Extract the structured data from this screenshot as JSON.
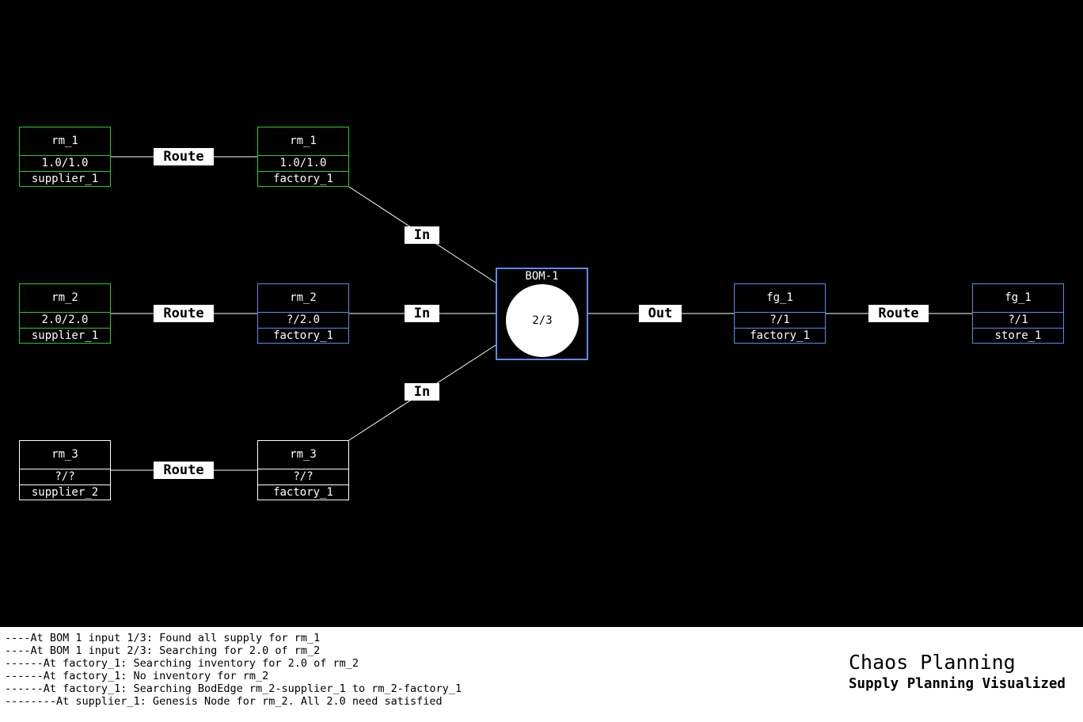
{
  "nodes": {
    "rm1_supplier": {
      "title": "rm_1",
      "qty": "1.0/1.0",
      "loc": "supplier_1"
    },
    "rm1_factory": {
      "title": "rm_1",
      "qty": "1.0/1.0",
      "loc": "factory_1"
    },
    "rm2_supplier": {
      "title": "rm_2",
      "qty": "2.0/2.0",
      "loc": "supplier_1"
    },
    "rm2_factory": {
      "title": "rm_2",
      "qty": "?/2.0",
      "loc": "factory_1"
    },
    "rm3_supplier": {
      "title": "rm_3",
      "qty": "?/?",
      "loc": "supplier_2"
    },
    "rm3_factory": {
      "title": "rm_3",
      "qty": "?/?",
      "loc": "factory_1"
    },
    "fg1_factory": {
      "title": "fg_1",
      "qty": "?/1",
      "loc": "factory_1"
    },
    "fg1_store": {
      "title": "fg_1",
      "qty": "?/1",
      "loc": "store_1"
    }
  },
  "edge_labels": {
    "route": "Route",
    "in": "In",
    "out": "Out"
  },
  "bom": {
    "title": "BOM-1",
    "ratio": "2/3"
  },
  "colors": {
    "satisfied": "#2ecc2e",
    "pending": "#5b8de8",
    "unvisited": "#ffffff",
    "background": "#000000",
    "panel": "#ffffff"
  },
  "log": [
    "----At BOM 1 input 1/3: Found all supply for rm_1",
    "----At BOM 1 input 2/3: Searching for 2.0 of rm_2",
    "------At factory_1: Searching inventory for 2.0 of rm_2",
    "------At factory_1: No inventory for rm_2",
    "------At factory_1: Searching BodEdge rm_2-supplier_1 to rm_2-factory_1",
    "--------At supplier_1: Genesis Node for rm_2. All 2.0 need satisfied"
  ],
  "brand": {
    "title": "Chaos Planning",
    "subtitle": "Supply Planning Visualized"
  }
}
